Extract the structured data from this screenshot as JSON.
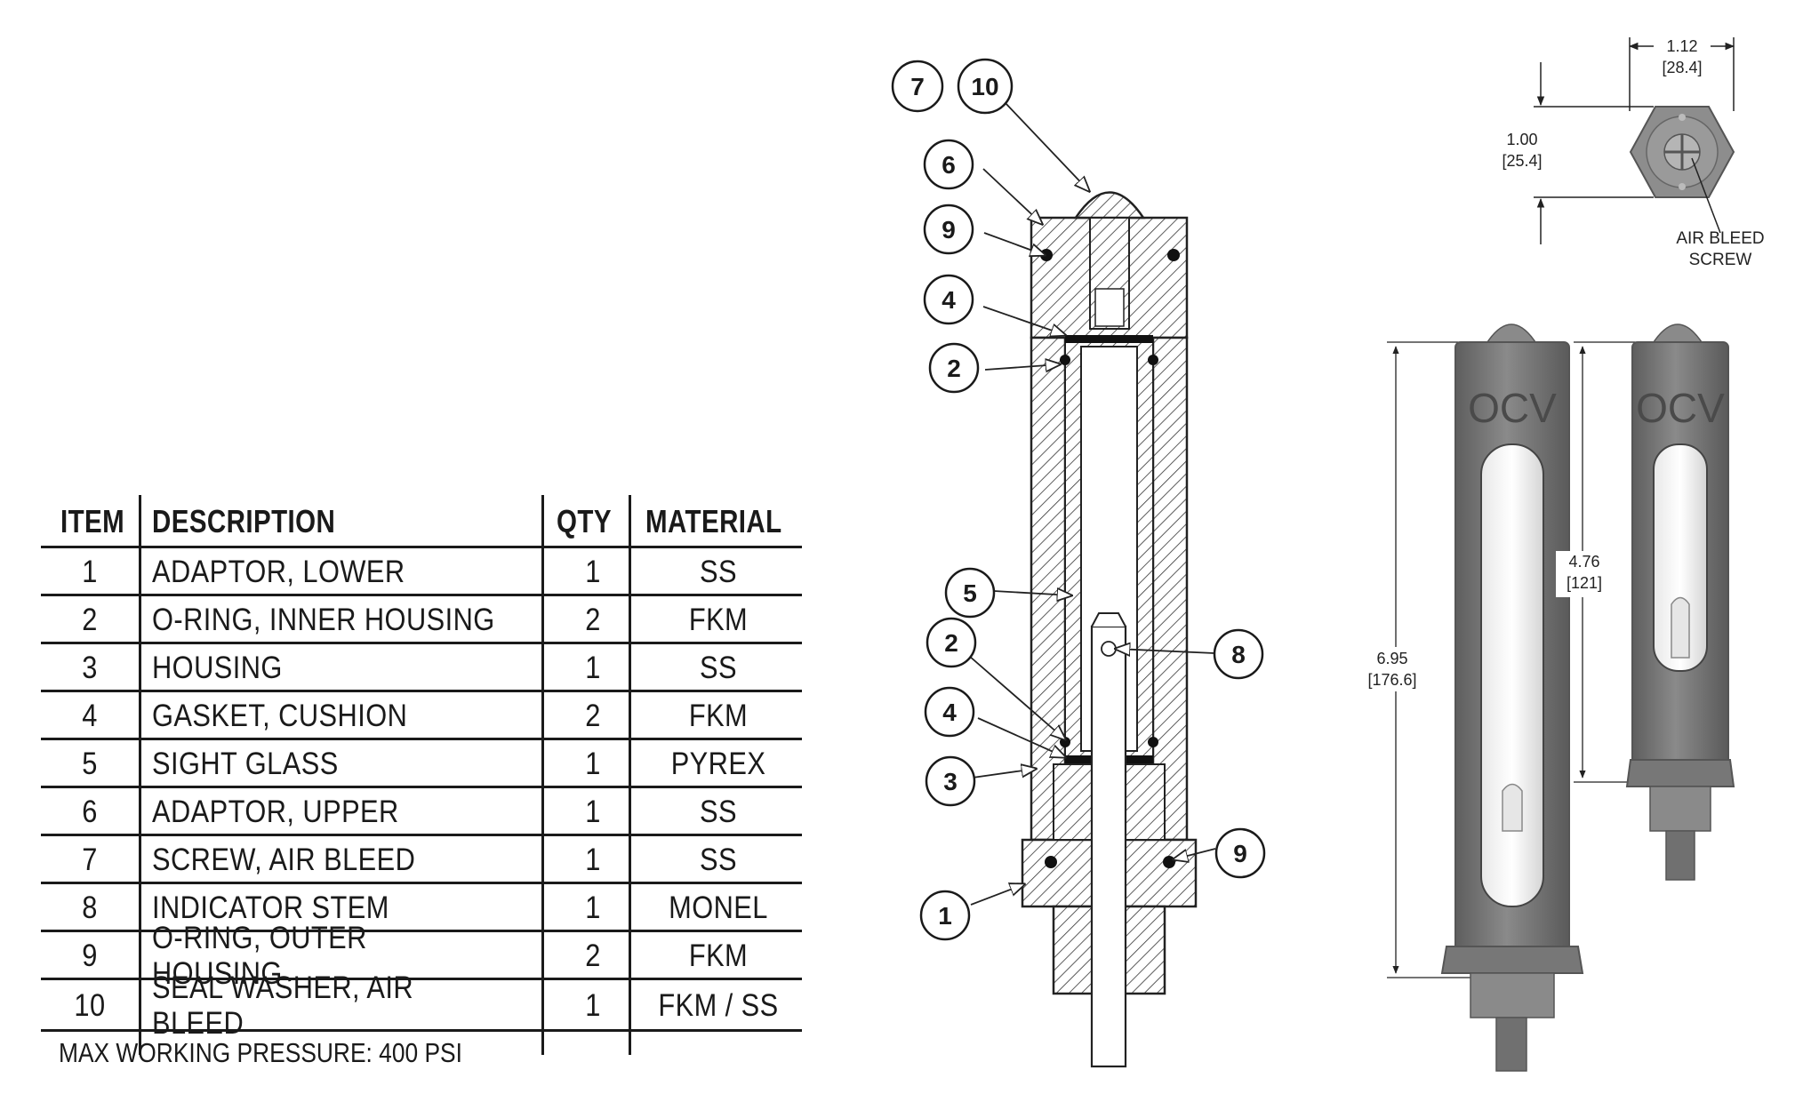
{
  "table": {
    "headers": {
      "item": "ITEM",
      "description": "DESCRIPTION",
      "qty": "QTY",
      "material": "MATERIAL"
    },
    "rows": [
      {
        "item": "1",
        "description": "ADAPTOR, LOWER",
        "qty": "1",
        "material": "SS"
      },
      {
        "item": "2",
        "description": "O-RING, INNER HOUSING",
        "qty": "2",
        "material": "FKM"
      },
      {
        "item": "3",
        "description": "HOUSING",
        "qty": "1",
        "material": "SS"
      },
      {
        "item": "4",
        "description": "GASKET, CUSHION",
        "qty": "2",
        "material": "FKM"
      },
      {
        "item": "5",
        "description": "SIGHT GLASS",
        "qty": "1",
        "material": "PYREX"
      },
      {
        "item": "6",
        "description": "ADAPTOR, UPPER",
        "qty": "1",
        "material": "SS"
      },
      {
        "item": "7",
        "description": "SCREW, AIR BLEED",
        "qty": "1",
        "material": "SS"
      },
      {
        "item": "8",
        "description": "INDICATOR STEM",
        "qty": "1",
        "material": "MONEL"
      },
      {
        "item": "9",
        "description": "O-RING, OUTER HOUSING",
        "qty": "2",
        "material": "FKM"
      },
      {
        "item": "10",
        "description": "SEAL WASHER, AIR BLEED",
        "qty": "1",
        "material": "FKM / SS"
      }
    ],
    "footnote": "MAX WORKING PRESSURE: 400 PSI"
  },
  "callouts": [
    "7",
    "10",
    "6",
    "9",
    "4",
    "2",
    "5",
    "2",
    "8",
    "4",
    "3",
    "9",
    "1"
  ],
  "dimensions": {
    "top_width": "1.12",
    "top_width_mm": "[28.4]",
    "top_height": "1.00",
    "top_height_mm": "[25.4]",
    "overall_height": "6.95",
    "overall_height_mm": "[176.6]",
    "glass_height": "4.76",
    "glass_height_mm": "[121]"
  },
  "labels": {
    "air_bleed_line1": "AIR BLEED",
    "air_bleed_line2": "SCREW",
    "brand_left": "OCV",
    "brand_right": "OCV"
  },
  "colors": {
    "body_gray": "#7a7a7a",
    "ink": "#1a1a1a"
  }
}
